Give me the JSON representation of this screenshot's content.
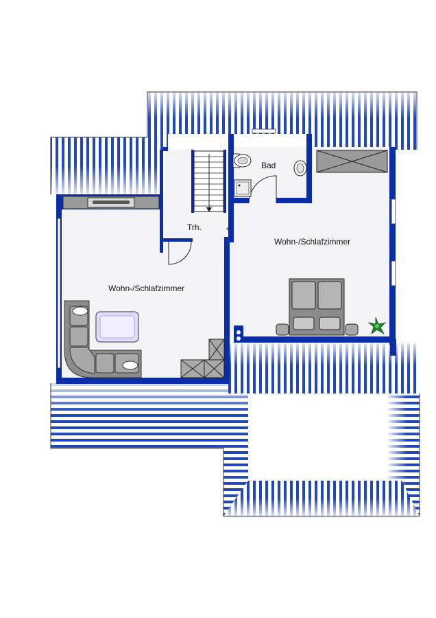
{
  "colors": {
    "wall": "#0a2ea8",
    "roof_stripe": "#2247b8",
    "floor": "#f4f4f6",
    "furniture_gray": "#9a9a9a",
    "sofa_dark": "#8c8c8c",
    "table_lavender": "#dcdcff",
    "plant": "#1f8a2a"
  },
  "rooms": {
    "bath": "Bad",
    "stairwell": "Trh.",
    "living_left": "Wohn-/Schlafzimmer",
    "living_right": "Wohn-/Schlafzimmer"
  },
  "icons": [
    "stair-arrow-icon",
    "toilet-icon",
    "sink-icon",
    "shower-icon",
    "plant-icon",
    "double-bed-icon",
    "sofa-icon",
    "sideboard-icon",
    "wardrobe-icon",
    "cabinet-icon"
  ]
}
